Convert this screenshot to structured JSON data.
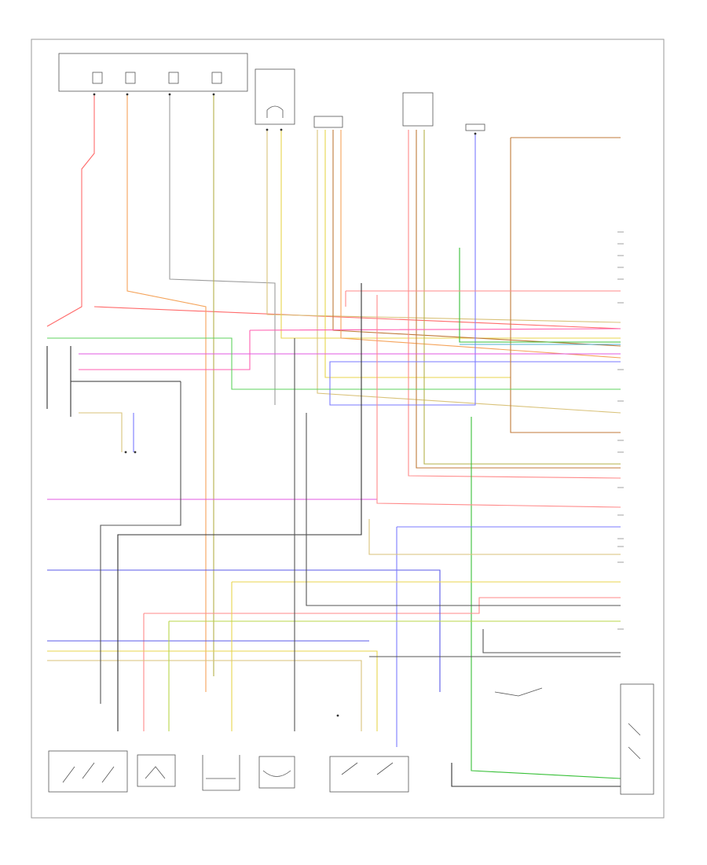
{
  "wires": [
    {
      "id": "w-red-a",
      "color": "#ff6b6b"
    },
    {
      "id": "w-orange-a",
      "color": "#f5a35a"
    },
    {
      "id": "w-gray-a",
      "color": "#9b9b9b"
    },
    {
      "id": "w-olive-a",
      "color": "#b5b04a"
    },
    {
      "id": "w-tan-a",
      "color": "#d9c27a"
    },
    {
      "id": "w-yellow-a",
      "color": "#e8d44d"
    },
    {
      "id": "w-pink-a",
      "color": "#ff5fb0"
    },
    {
      "id": "w-magenta",
      "color": "#e05ae0"
    },
    {
      "id": "w-green-a",
      "color": "#5fd35f"
    },
    {
      "id": "w-green-b",
      "color": "#38c038"
    },
    {
      "id": "w-blue-a",
      "color": "#7a7aff"
    },
    {
      "id": "w-blue-b",
      "color": "#5a5ae8"
    },
    {
      "id": "w-brown",
      "color": "#c07a3a"
    },
    {
      "id": "w-lime",
      "color": "#b8d64a"
    },
    {
      "id": "w-dark",
      "color": "#555555"
    },
    {
      "id": "w-black",
      "color": "#333333"
    },
    {
      "id": "w-cyan",
      "color": "#52b0d0"
    },
    {
      "id": "w-rose",
      "color": "#ff8a8a"
    }
  ]
}
